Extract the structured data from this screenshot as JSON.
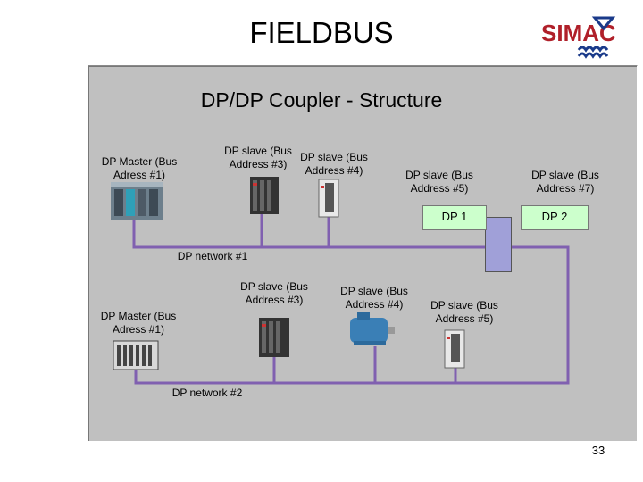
{
  "slide": {
    "title": "FIELDBUS",
    "page_number": "33"
  },
  "logo": {
    "text": "SIMAC",
    "brand_color": "#b0202a",
    "wave_color": "#1a3a8a"
  },
  "diagram": {
    "title": "DP/DP Coupler - Structure",
    "upper": {
      "master": "DP Master (Bus\nAdress #1)",
      "slave3": "DP slave (Bus\nAddress #3)",
      "slave4": "DP slave (Bus\nAddress #4)",
      "slave5": "DP slave (Bus\nAddress #5)",
      "slave7": "DP slave (Bus\nAddress #7)",
      "network": "DP network #1"
    },
    "coupler": {
      "dp1": "DP 1",
      "dp2": "DP 2",
      "color": "#a0a0d8"
    },
    "lower": {
      "master": "DP Master (Bus\nAdress #1)",
      "slave3": "DP slave (Bus\nAddress #3)",
      "slave4": "DP slave (Bus\nAddress #4)",
      "slave5": "DP slave (Bus\nAddress #5)",
      "network": "DP network #2"
    },
    "bus_color": "#8060b0"
  }
}
